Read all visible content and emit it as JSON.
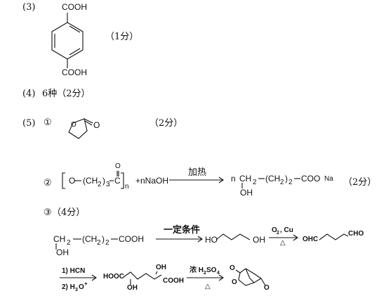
{
  "part3": {
    "label": "(3)",
    "cooh_top": "COOH",
    "cooh_bottom": "COOH",
    "score": "（1分）"
  },
  "part4": {
    "label": "(4)",
    "text": "6种（2分）"
  },
  "part5": {
    "label": "(5)",
    "circle1": "①",
    "lactone_o": "O",
    "score1": "（2分）",
    "circle2": "②",
    "poly_o": "O",
    "poly_ch2": "(CH",
    "poly_sub2": "2",
    "poly_close": ")",
    "poly_sub3": "3",
    "poly_c": "C",
    "poly_n": "n",
    "carbonyl_o": "O",
    "plus_naoh": "+nNaOH",
    "heat_label": "加热",
    "prod_n": "n",
    "prod_ch2_left": "CH",
    "prod_sub2a": "2",
    "prod_ch2_mid": "(CH",
    "prod_sub2b": "2",
    "prod_paren": ")",
    "prod_sub2c": "2",
    "prod_coona": "COO",
    "prod_na": "Na",
    "prod_oh": "OH",
    "score2": "（2分）",
    "circle3": "③",
    "score3": "（4分）",
    "start_ch2": "CH",
    "start_sub2a": "2",
    "start_mid": "(CH",
    "start_sub2b": "2",
    "start_paren": ")",
    "start_sub2c": "2",
    "start_cooh": "COOH",
    "start_oh": "OH",
    "cond1": "一定条件",
    "diol_ho": "HO",
    "diol_oh": "OH",
    "cond2_top": "O",
    "cond2_sub": "2",
    "cond2_cu": ", Cu",
    "cond2_bottom": "△",
    "ald_left": "OHC",
    "ald_right": "CHO",
    "cond3_top": "1) HCN",
    "cond3_bottom": "2) H",
    "cond3_sub": "3",
    "cond3_o": "O",
    "cond3_sup": "+",
    "acid_hooc": "HOOC",
    "acid_oh_top": "OH",
    "acid_oh_bottom": "OH",
    "acid_cooh": "COOH",
    "cond4_top": "浓 H",
    "cond4_sub2": "2",
    "cond4_so": "SO",
    "cond4_sub4": "4",
    "cond4_bottom": "△",
    "dilac_o1": "O",
    "dilac_o2": "O",
    "dilac_o3": "O"
  }
}
